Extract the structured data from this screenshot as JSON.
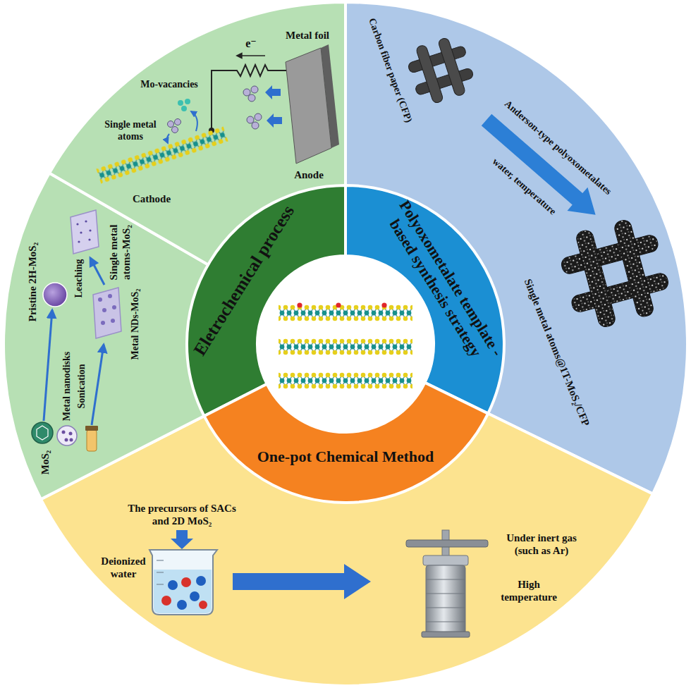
{
  "diagram": {
    "nodes": [
      {
        "text": [
          "Eletrochemical process"
        ]
      },
      {
        "text": [
          "Polyoxometalate template -based synthesis strategy"
        ]
      },
      {
        "text": [
          "One-pot Chemical Method"
        ]
      }
    ],
    "labels": [
      "Metal foil",
      "e⁻",
      "Mo-vacancies",
      "Single metal atoms",
      "Anode",
      "Cathode",
      "Pristine 2H-MoS₂",
      "Single metal atoms-MoS₂",
      "Leaching",
      "Metal NDs-MoS₂",
      "Metal nanodisks",
      "Sonication",
      "MoS₂",
      "Carbon fiber paper (CFP)",
      "Anderson-type polyoxometalates",
      "water, temperature",
      "Single metal atoms@1T-MoS₂/CFP",
      "The precursors of SACs and 2D MoS₂",
      "Deionized water",
      "Under inert gas (such as Ar)",
      "High temperature"
    ]
  }
}
